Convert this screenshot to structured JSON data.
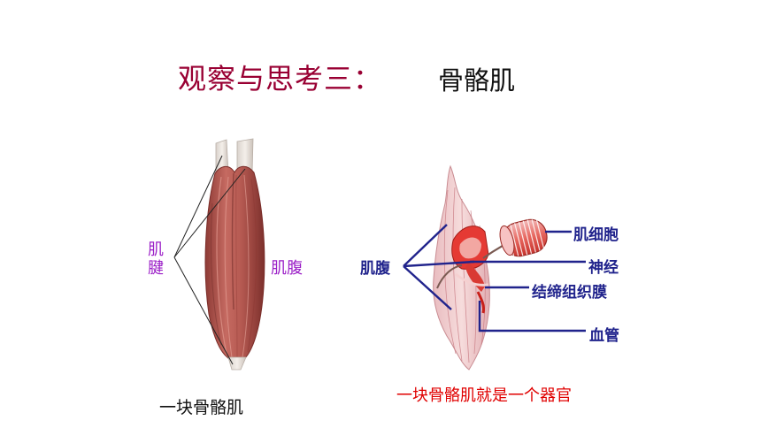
{
  "title": "观察与思考三：",
  "subtitle": "骨骼肌",
  "left_figure": {
    "tendon_label": "肌腱",
    "belly_label": "肌腹",
    "caption": "一块骨骼肌"
  },
  "right_figure": {
    "belly_label": "肌腹",
    "muscle_cell_label": "肌细胞",
    "nerve_label": "神经",
    "fascia_label": "结缔组织膜",
    "vessel_label": "血管",
    "caption": "一块骨骼肌就是一个器官"
  },
  "colors": {
    "title": "#990033",
    "label_purple": "#9b1fc7",
    "label_navy": "#20238c",
    "caption_red": "#e00000",
    "muscle": "#b5534c"
  }
}
